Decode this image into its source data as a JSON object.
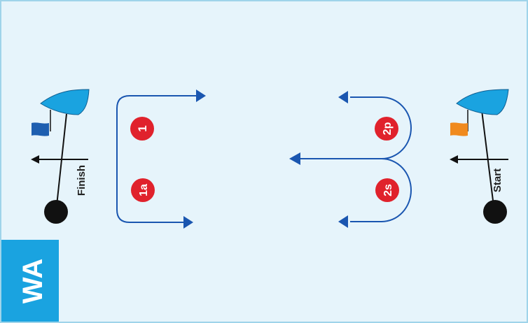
{
  "diagram": {
    "label": "WA",
    "colors": {
      "background": "#e6f4fb",
      "border": "#9fd4ea",
      "label_box": "#1aa3e0",
      "course_line": "#1a56b0",
      "mark": "#e0222c",
      "boat_hull": "#1aa3e0",
      "finish_flag": "#1e5fb0",
      "start_flag": "#f08a1e",
      "pin": "#111111"
    },
    "finish": {
      "label": "Finish",
      "flag_color": "#1e5fb0"
    },
    "start": {
      "label": "Start",
      "flag_color": "#f08a1e"
    },
    "marks": [
      {
        "id": "1",
        "label": "1"
      },
      {
        "id": "1a",
        "label": "1a"
      },
      {
        "id": "2p",
        "label": "2p"
      },
      {
        "id": "2s",
        "label": "2s"
      }
    ]
  }
}
